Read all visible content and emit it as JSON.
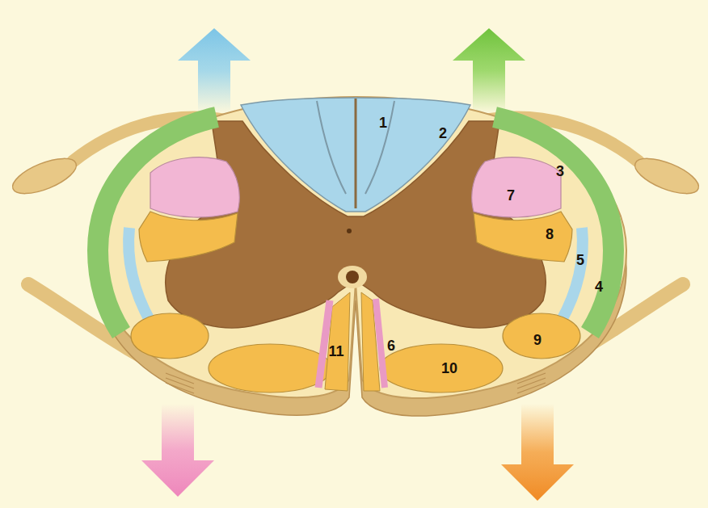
{
  "diagram": {
    "labels": [
      "1",
      "2",
      "3",
      "7",
      "8",
      "5",
      "4",
      "9",
      "11",
      "6",
      "10"
    ]
  }
}
